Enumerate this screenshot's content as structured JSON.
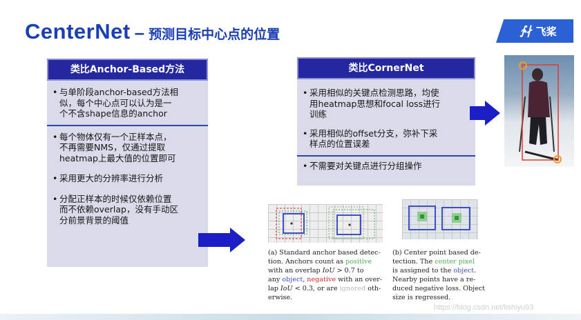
{
  "header": {
    "title_main": "CenterNet",
    "title_dash": "–",
    "title_sub": "预测目标中心点的位置",
    "logo_text": "飞桨",
    "logo_mark": "∱∤"
  },
  "left_panel": {
    "heading": "类比Anchor-Based方法",
    "bullets": [
      [
        "与单阶段anchor-based方法相",
        "似，每个中心点可以认为是一",
        "个不含shape信息的anchor"
      ],
      [
        "每个物体仅有一个正样本点，",
        "不再需要NMS，仅通过提取",
        "heatmap上最大值的位置即可"
      ],
      [
        "采用更大的分辨率进行分析"
      ],
      [
        "分配正样本的时候仅依赖位置",
        "而不依赖overlap，没有手动区",
        "分前景背景的阈值"
      ]
    ]
  },
  "right_panel": {
    "heading": "类比CornerNet",
    "bullets": [
      [
        "采用相似的关键点检测思路，均使",
        "用heatmap思想和focal loss进行",
        "训练"
      ],
      [
        "采用相似的offset分支，弥补下采",
        "样点的位置误差"
      ],
      [
        "不需要对关键点进行分组操作"
      ]
    ]
  },
  "bullet_glyph": "•",
  "captions": {
    "a": {
      "l1": "(a) Standard anchor based detec-",
      "l2_a": "tion.  Anchors count as ",
      "l2_b": "positive",
      "l3_a": "with an overlap ",
      "l3_b": "IoU",
      "l3_c": " > 0.7 to",
      "l4_a": "any ",
      "l4_b": "object",
      "l4_c": ", ",
      "l4_d": "negative",
      "l4_e": " with an over-",
      "l5_a": "lap ",
      "l5_b": "IoU",
      "l5_c": " < 0.3, or are ",
      "l5_d": "ignored",
      "l5_e": " oth-",
      "l6": "erwise."
    },
    "b": {
      "l1": "(b) Center point based de-",
      "l2_a": "tection.  The ",
      "l2_b": "center pixel",
      "l3_a": "is assigned to the ",
      "l3_b": "object",
      "l3_c": ".",
      "l4": "Nearby points have a re-",
      "l5": "duced negative loss. Object",
      "l6": "size is regressed."
    }
  },
  "watermark": "https://blog.csdn.net/lishiyu93",
  "colors": {
    "title": "#1a3fb5",
    "panel_head": "#25279f",
    "panel_bg": "#d9dbea",
    "arrow": "#1b1fc5",
    "logo_bg": "#2c61d6"
  }
}
